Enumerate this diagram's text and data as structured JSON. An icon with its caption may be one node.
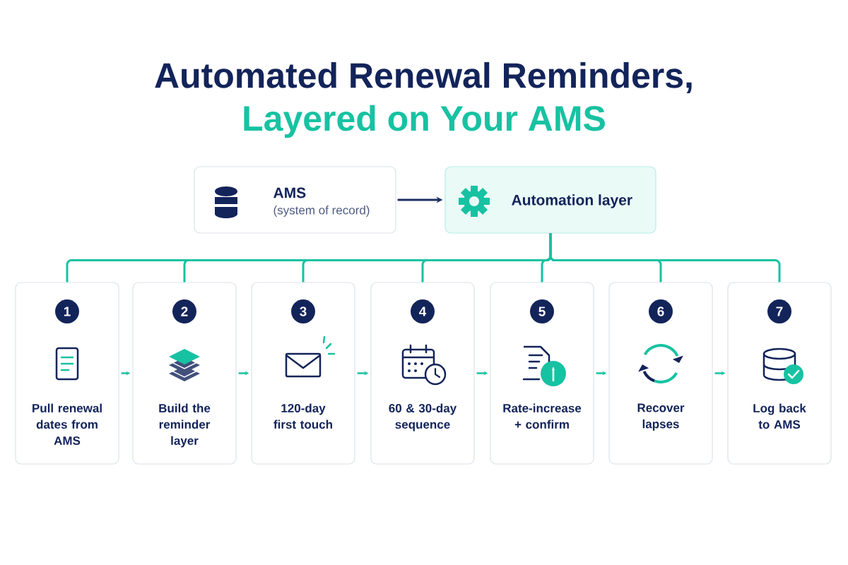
{
  "diagram": {
    "title": "Automated Renewal Reminders,",
    "labels": [
      "Layered on Your AMS"
    ],
    "nodes": [
      {
        "text": [
          "AMS",
          "(system of record)"
        ]
      },
      {
        "text": [
          "Automation layer"
        ]
      },
      {
        "text": [
          "1",
          "Pull renewal dates from AMS"
        ]
      },
      {
        "text": [
          "2",
          "Build the reminder layer"
        ]
      },
      {
        "text": [
          "3",
          "120-day first touch"
        ]
      },
      {
        "text": [
          "4",
          "60 & 30-day sequence"
        ]
      },
      {
        "text": [
          "5",
          "Rate-increase + confirm"
        ]
      },
      {
        "text": [
          "6",
          "Recover lapses"
        ]
      },
      {
        "text": [
          "7",
          "Log back to AMS"
        ]
      }
    ],
    "edges": [
      {
        "from": 0,
        "to": 1,
        "arrow": "to",
        "color": "#1b2f63"
      },
      {
        "from": 1,
        "to": 2,
        "arrow": "none"
      },
      {
        "from": 1,
        "to": 3,
        "arrow": "none"
      },
      {
        "from": 1,
        "to": 4,
        "arrow": "none"
      },
      {
        "from": 1,
        "to": 5,
        "arrow": "none"
      },
      {
        "from": 1,
        "to": 6,
        "arrow": "none"
      },
      {
        "from": 1,
        "to": 7,
        "arrow": "none"
      },
      {
        "from": 1,
        "to": 8,
        "arrow": "none"
      },
      {
        "from": 2,
        "to": 3,
        "arrow": "to"
      },
      {
        "from": 3,
        "to": 4,
        "arrow": "to"
      },
      {
        "from": 4,
        "to": 5,
        "arrow": "to"
      },
      {
        "from": 5,
        "to": 6,
        "arrow": "to"
      },
      {
        "from": 6,
        "to": 7,
        "arrow": "to"
      },
      {
        "from": 7,
        "to": 8,
        "arrow": "to"
      }
    ]
  }
}
